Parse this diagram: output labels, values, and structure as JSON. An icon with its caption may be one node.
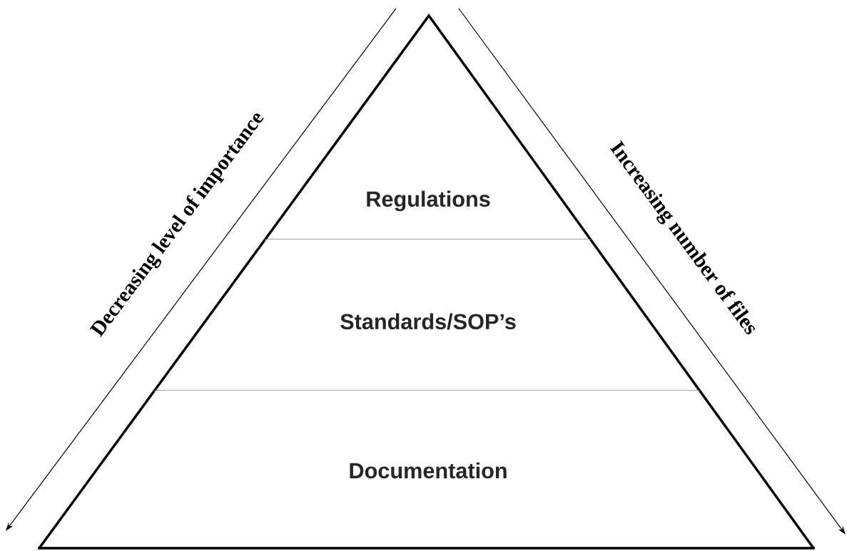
{
  "diagram": {
    "nodes": [
      {
        "text": [
          "Regulations"
        ]
      },
      {
        "text": [
          "Standards/SOP’s"
        ]
      },
      {
        "text": [
          "Documentation"
        ]
      }
    ],
    "labels": [
      "Decreasing level of importance",
      "Increasing number of files"
    ]
  }
}
